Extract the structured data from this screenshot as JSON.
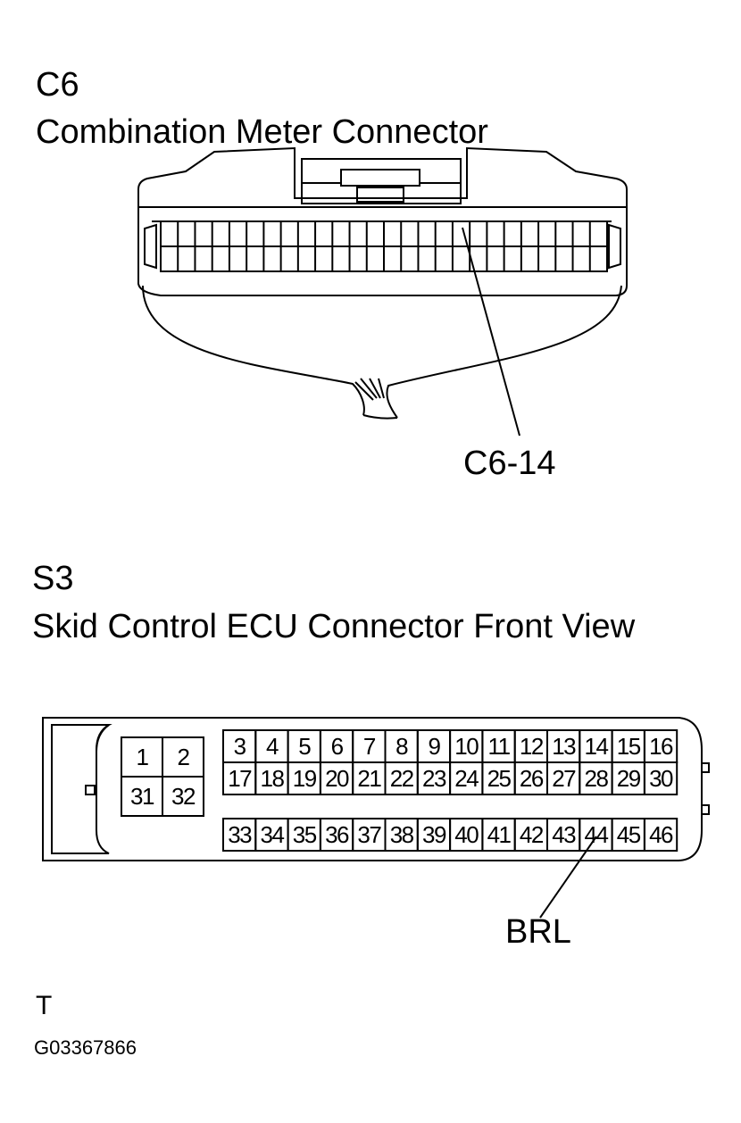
{
  "c6": {
    "id": "C6",
    "title": "Combination Meter Connector",
    "callout": "C6-14"
  },
  "s3": {
    "id": "S3",
    "title": "Skid Control ECU Connector Front View",
    "callout": "BRL",
    "left_block_pins": [
      [
        "1",
        "2"
      ],
      [
        "31",
        "32"
      ]
    ],
    "upper_row_1": [
      "3",
      "4",
      "5",
      "6",
      "7",
      "8",
      "9",
      "10",
      "11",
      "12",
      "13",
      "14",
      "15",
      "16"
    ],
    "upper_row_2": [
      "17",
      "18",
      "19",
      "20",
      "21",
      "22",
      "23",
      "24",
      "25",
      "26",
      "27",
      "28",
      "29",
      "30"
    ],
    "lower_row": [
      "33",
      "34",
      "35",
      "36",
      "37",
      "38",
      "39",
      "40",
      "41",
      "42",
      "43",
      "44",
      "45",
      "46"
    ]
  },
  "footer": {
    "mark": "T",
    "figure_code": "G03367866"
  }
}
